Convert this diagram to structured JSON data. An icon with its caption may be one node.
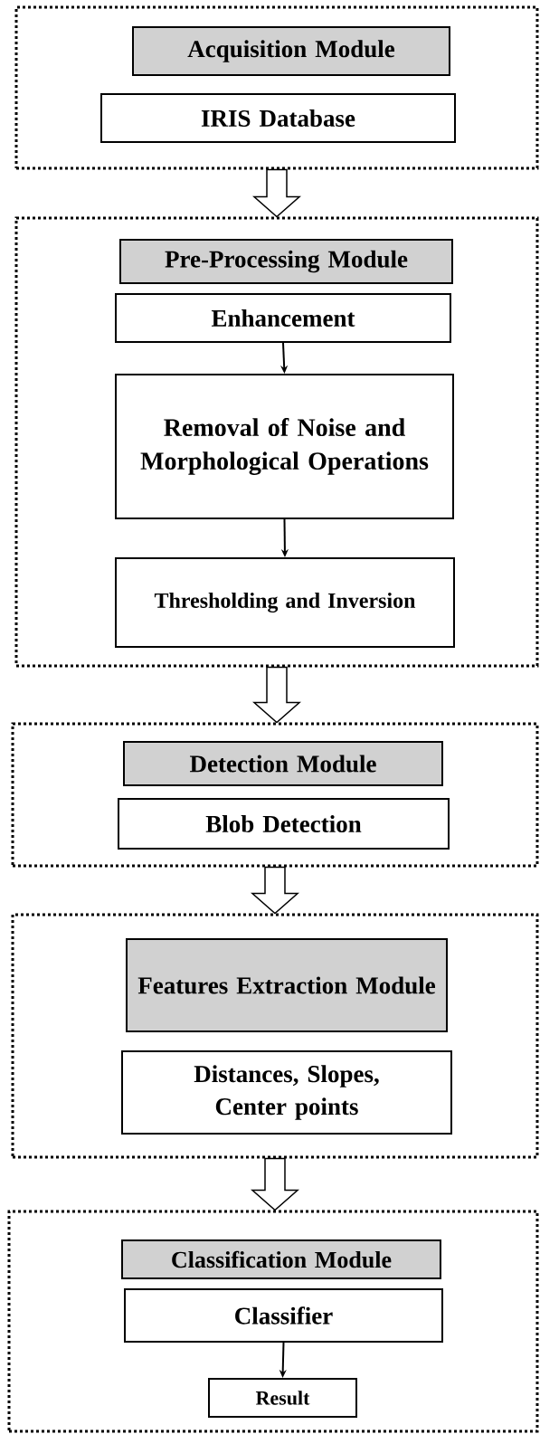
{
  "diagram": {
    "nodes": [
      {
        "text": [],
        "shape": "box"
      },
      {
        "text": [
          "Acquisition Module"
        ],
        "in": 0
      },
      {
        "text": [
          "IRIS Database"
        ],
        "in": 0
      },
      {
        "text": [],
        "shape": "box"
      },
      {
        "text": [
          "Pre-Processing Module"
        ],
        "in": 3
      },
      {
        "text": [
          "Enhancement"
        ],
        "in": 3
      },
      {
        "text": [
          "Removal of Noise and Morphological Operations"
        ],
        "in": 3
      },
      {
        "text": [
          "Thresholding and Inversion"
        ],
        "in": 3
      },
      {
        "text": [],
        "shape": "box"
      },
      {
        "text": [
          "Detection Module"
        ],
        "in": 8
      },
      {
        "text": [
          "Blob Detection"
        ],
        "in": 8
      },
      {
        "text": [],
        "shape": "box"
      },
      {
        "text": [
          "Features Extraction Module"
        ],
        "in": 11
      },
      {
        "text": [
          "Distances, Slopes, Center points"
        ],
        "in": 11
      },
      {
        "text": [],
        "shape": "box"
      },
      {
        "text": [
          "Classification Module"
        ],
        "in": 14
      },
      {
        "text": [
          "Classifier"
        ],
        "in": 14
      },
      {
        "text": [
          "Result"
        ],
        "in": 14
      }
    ],
    "edges": [
      {
        "from": 0,
        "to": 3,
        "arrow": "to",
        "style": "thick"
      },
      {
        "from": 5,
        "to": 6,
        "arrow": "to"
      },
      {
        "from": 6,
        "to": 7,
        "arrow": "to"
      },
      {
        "from": 3,
        "to": 8,
        "arrow": "to",
        "style": "thick"
      },
      {
        "from": 8,
        "to": 11,
        "arrow": "to",
        "style": "thick"
      },
      {
        "from": 11,
        "to": 14,
        "arrow": "to",
        "style": "thick"
      },
      {
        "from": 16,
        "to": 17,
        "arrow": "to"
      }
    ]
  }
}
